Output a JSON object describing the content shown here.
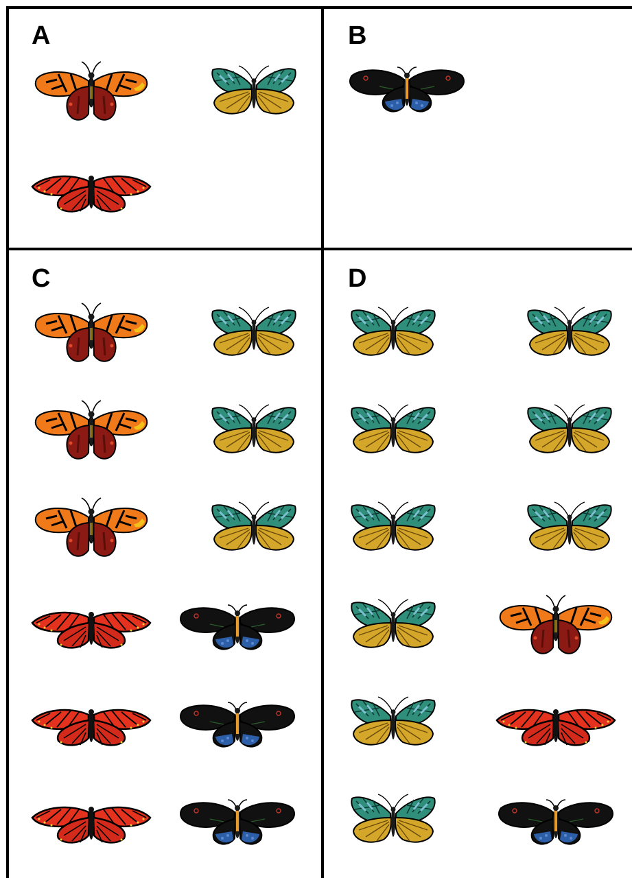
{
  "panels": [
    {
      "label": "A",
      "butterflies": [
        {
          "species": "orange-monarch",
          "row": 0,
          "col": 0
        },
        {
          "species": "teal-yellow",
          "row": 0,
          "col": 1
        },
        {
          "species": "red-viceroy",
          "row": 1,
          "col": 0
        }
      ]
    },
    {
      "label": "B",
      "butterflies": [
        {
          "species": "black-blue",
          "row": 0,
          "col": 0
        }
      ]
    },
    {
      "label": "C",
      "butterflies": [
        {
          "species": "orange-monarch",
          "row": 0,
          "col": 0
        },
        {
          "species": "teal-yellow",
          "row": 0,
          "col": 1
        },
        {
          "species": "orange-monarch",
          "row": 1,
          "col": 0
        },
        {
          "species": "teal-yellow",
          "row": 1,
          "col": 1
        },
        {
          "species": "orange-monarch",
          "row": 2,
          "col": 0
        },
        {
          "species": "teal-yellow",
          "row": 2,
          "col": 1
        },
        {
          "species": "red-viceroy",
          "row": 3,
          "col": 0
        },
        {
          "species": "black-blue",
          "row": 3,
          "col": 1
        },
        {
          "species": "red-viceroy",
          "row": 4,
          "col": 0
        },
        {
          "species": "black-blue",
          "row": 4,
          "col": 1
        },
        {
          "species": "red-viceroy",
          "row": 5,
          "col": 0
        },
        {
          "species": "black-blue",
          "row": 5,
          "col": 1
        }
      ]
    },
    {
      "label": "D",
      "butterflies": [
        {
          "species": "teal-yellow",
          "row": 0,
          "col": 0
        },
        {
          "species": "teal-yellow",
          "row": 0,
          "col": 1
        },
        {
          "species": "teal-yellow",
          "row": 1,
          "col": 0
        },
        {
          "species": "teal-yellow",
          "row": 1,
          "col": 1
        },
        {
          "species": "teal-yellow",
          "row": 2,
          "col": 0
        },
        {
          "species": "teal-yellow",
          "row": 2,
          "col": 1
        },
        {
          "species": "teal-yellow",
          "row": 3,
          "col": 0
        },
        {
          "species": "orange-monarch",
          "row": 3,
          "col": 1
        },
        {
          "species": "teal-yellow",
          "row": 4,
          "col": 0
        },
        {
          "species": "red-viceroy",
          "row": 4,
          "col": 1
        },
        {
          "species": "teal-yellow",
          "row": 5,
          "col": 0
        },
        {
          "species": "black-blue",
          "row": 5,
          "col": 1
        }
      ]
    }
  ],
  "colors": {
    "orange-monarch": {
      "fore": "#f07a1a",
      "hind": "#8c1a14",
      "accent": "#f2c21a"
    },
    "teal-yellow": {
      "fore": "#2f8f7a",
      "hind": "#d4a62a",
      "accent": "#7bbfd0"
    },
    "red-viceroy": {
      "fore": "#e5321f",
      "hind": "#d42a1c",
      "accent": "#e8d23a"
    },
    "black-blue": {
      "fore": "#111111",
      "hind": "#2d5ea8",
      "accent": "#c4332b"
    }
  }
}
